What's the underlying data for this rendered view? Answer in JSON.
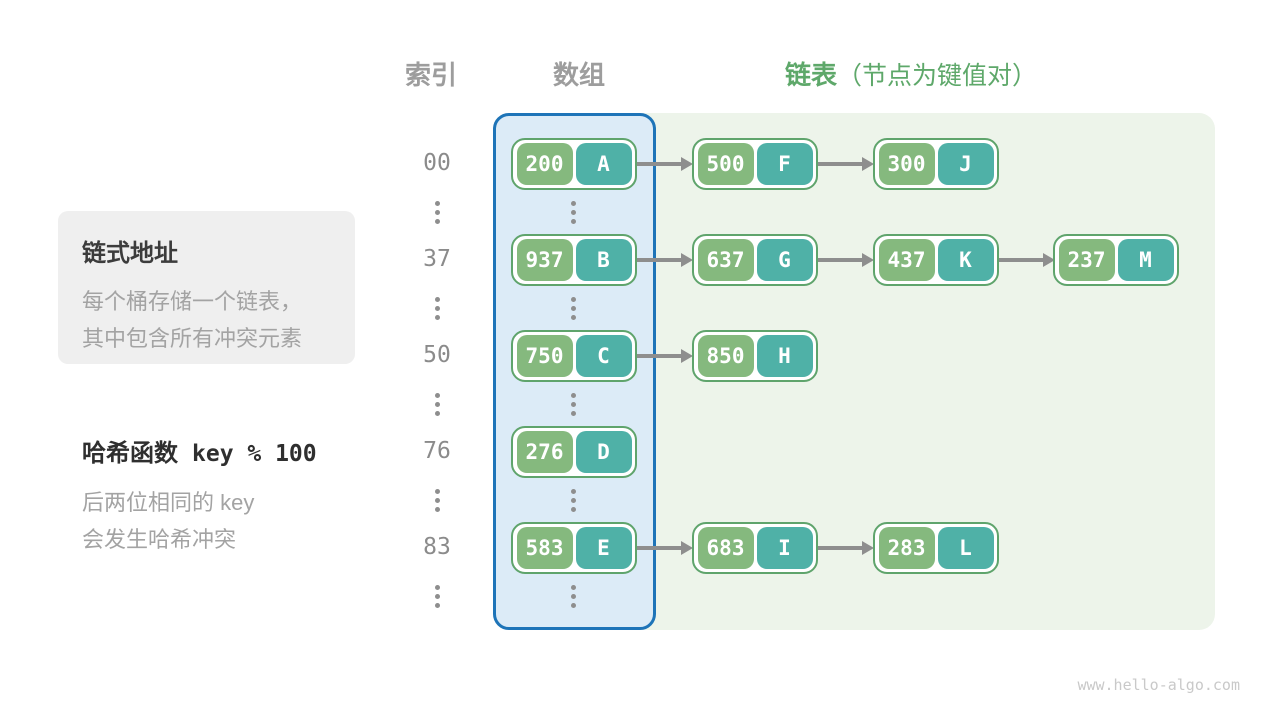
{
  "header": {
    "index_label": "索引",
    "array_label": "数组",
    "list_label": "链表",
    "list_note": "（节点为键值对）"
  },
  "notes": {
    "box_title": "链式地址",
    "box_line1": "每个桶存储一个链表，",
    "box_line2": "其中包含所有冲突元素",
    "hash_title": "哈希函数",
    "hash_code": "key % 100",
    "hash_line1": "后两位相同的  key",
    "hash_line2": "会发生哈希冲突"
  },
  "hash_table": {
    "rows": [
      {
        "index": "00",
        "nodes": [
          {
            "key": "200",
            "value": "A"
          },
          {
            "key": "500",
            "value": "F"
          },
          {
            "key": "300",
            "value": "J"
          }
        ]
      },
      {
        "index": "37",
        "nodes": [
          {
            "key": "937",
            "value": "B"
          },
          {
            "key": "637",
            "value": "G"
          },
          {
            "key": "437",
            "value": "K"
          },
          {
            "key": "237",
            "value": "M"
          }
        ]
      },
      {
        "index": "50",
        "nodes": [
          {
            "key": "750",
            "value": "C"
          },
          {
            "key": "850",
            "value": "H"
          }
        ]
      },
      {
        "index": "76",
        "nodes": [
          {
            "key": "276",
            "value": "D"
          }
        ]
      },
      {
        "index": "83",
        "nodes": [
          {
            "key": "583",
            "value": "E"
          },
          {
            "key": "683",
            "value": "I"
          },
          {
            "key": "283",
            "value": "L"
          }
        ]
      }
    ]
  },
  "colors": {
    "node_key_bg": "#85b97e",
    "node_value_bg": "#4fb1a7",
    "node_border": "#5fa46c",
    "array_fill": "#dcebf7",
    "array_border": "#1e74b8",
    "list_fill": "#edf4ea",
    "arrow": "#8e8e8e",
    "accent_green": "#5ea86a",
    "text_gray": "#a3a3a3",
    "text_dark": "#3c3c3c"
  },
  "watermark": "www.hello-algo.com"
}
